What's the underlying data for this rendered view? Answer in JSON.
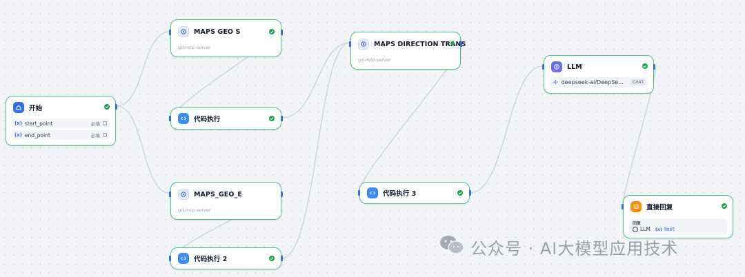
{
  "nodes": {
    "start": {
      "title": "开始",
      "variables": [
        {
          "var_icon": "(x)",
          "name": "start_point",
          "required": "必填"
        },
        {
          "var_icon": "(x)",
          "name": "end_point",
          "required": "必填"
        }
      ]
    },
    "maps_geo_s": {
      "title": "MAPS GEO S",
      "subtitle": "gd-mcp-server"
    },
    "code1": {
      "title": "代码执行"
    },
    "maps_geo_e": {
      "title": "MAPS_GEO_E",
      "subtitle": "gd-mcp-server"
    },
    "code2": {
      "title": "代码执行 2"
    },
    "maps_direction": {
      "title": "MAPS DIRECTION TRANS",
      "subtitle": "gd-mcp-server"
    },
    "code3": {
      "title": "代码执行 3"
    },
    "llm": {
      "title": "LLM",
      "model": "deepseek-ai/DeepSe...",
      "mode": "CHAT"
    },
    "answer": {
      "title": "直接回复",
      "reply_label": "回复",
      "ref_node": "LLM",
      "ref_var_icon": "(x)",
      "ref_var": "text"
    }
  },
  "watermark": {
    "text": "公众号 · AI大模型应用技术"
  },
  "colors": {
    "border": "#4cc38a",
    "accent": "#2f6fed",
    "success": "#17a34a",
    "edge": "#d0d5dd"
  }
}
